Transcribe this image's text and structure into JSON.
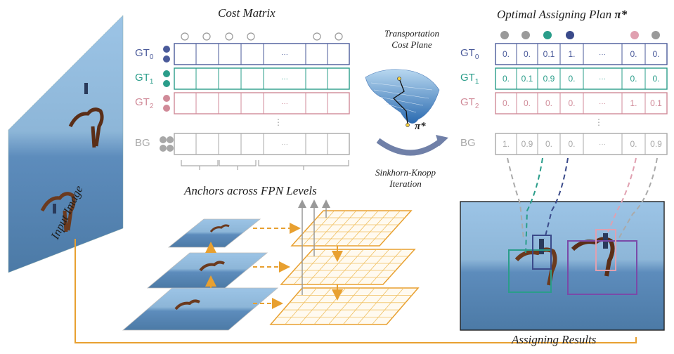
{
  "title_cost_matrix": "Cost Matrix",
  "title_plan_prefix": "Optimal Assigning Plan ",
  "title_plan_symbol": "π*",
  "label_transport": [
    "Transportation",
    "Cost Plane"
  ],
  "label_pi": "π*",
  "label_sinkhorn": [
    "Sinkhorn-Knopp",
    "Iteration"
  ],
  "label_anchors": "Anchors across FPN Levels",
  "label_input": "Input Image",
  "label_results": "Assigning Results",
  "ellipsis": "···",
  "vdots": "⋮",
  "rows": [
    {
      "base": "GT",
      "sub": "0",
      "color": "#4a5a9a"
    },
    {
      "base": "GT",
      "sub": "1",
      "color": "#2a9d8a"
    },
    {
      "base": "GT",
      "sub": "2",
      "color": "#d08a98"
    },
    {
      "base": "BG",
      "sub": "",
      "color": "#a8a8a8"
    }
  ],
  "plan_dot_colors": [
    "#9a9a9a",
    "#9a9a9a",
    "#2a9d8a",
    "#3a4a8a",
    "#e0a0b0",
    "#9a9a9a"
  ],
  "plan_values": [
    [
      "0.",
      "0.",
      "0.1",
      "1.",
      "0.",
      "0."
    ],
    [
      "0.",
      "0.1",
      "0.9",
      "0.",
      "0.",
      "0."
    ],
    [
      "0.",
      "0.",
      "0.",
      "0.",
      "1.",
      "0.1"
    ],
    [
      "1.",
      "0.9",
      "0.",
      "0.",
      "0.",
      "0.9"
    ]
  ],
  "colors": {
    "orange": "#e8a030",
    "grid_orange": "#f0c060",
    "arrow_gray": "#999999",
    "sky": "#8fb8dc",
    "sea": "#5f8cb8"
  }
}
